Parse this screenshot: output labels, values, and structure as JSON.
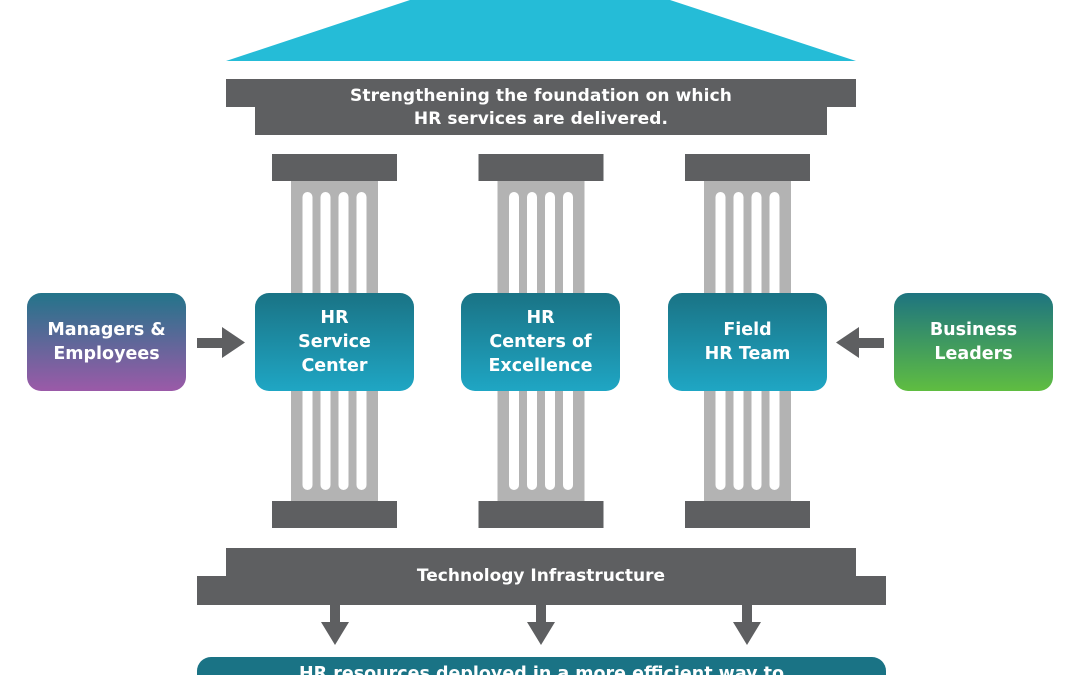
{
  "diagram": {
    "title_beam": {
      "line1": "Strengthening the foundation on which",
      "line2": "HR services are delivered."
    },
    "pillars": [
      {
        "label": "HR\nService\nCenter"
      },
      {
        "label": "HR\nCenters of\nExcellence"
      },
      {
        "label": "Field\nHR Team"
      }
    ],
    "left_input": {
      "label": "Managers &\nEmployees"
    },
    "right_input": {
      "label": "Business\nLeaders"
    },
    "base_beam": {
      "label": "Technology Infrastructure"
    },
    "outcome": {
      "label": "HR resources deployed in a more efficient way to"
    },
    "colors": {
      "roof": "#25bcd7",
      "beam": "#5e5f61",
      "column": "#b3b3b3",
      "teal_top": "#1a7385",
      "teal_bottom": "#1fa6c4",
      "purple_bottom": "#9b5aa8",
      "green_bottom": "#5fbd41"
    }
  }
}
